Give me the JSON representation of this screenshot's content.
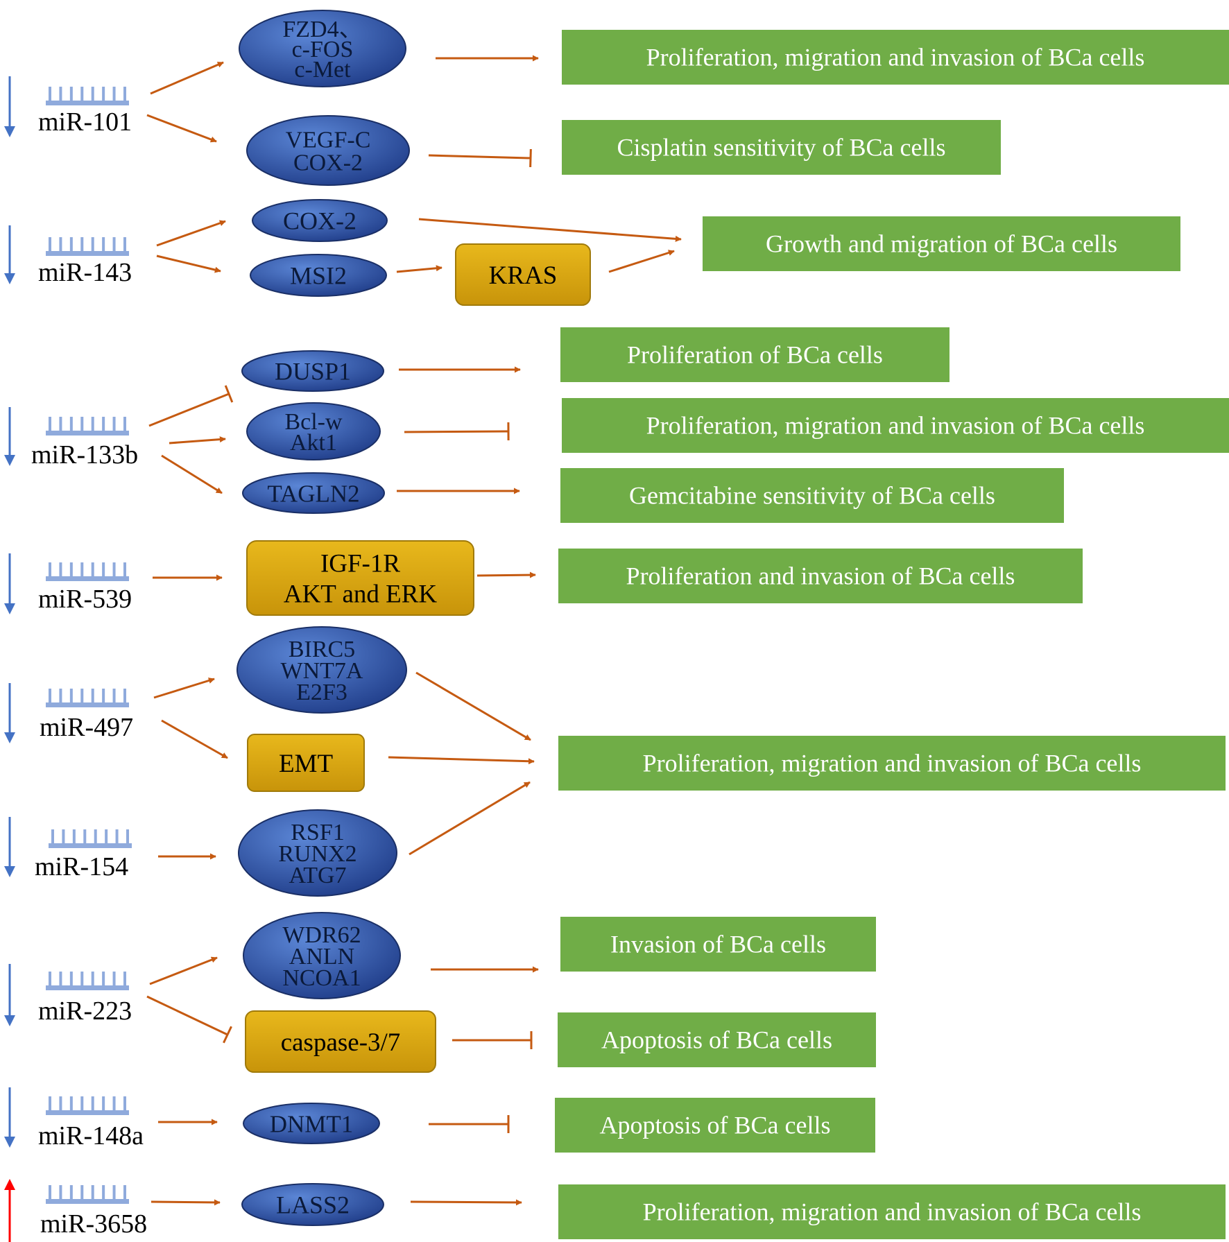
{
  "colors": {
    "down_arrow": "#4472c4",
    "up_arrow": "#ff0000",
    "mirna_glyph": "#8faadc",
    "edge": "#c55a11",
    "ellipse_light": "#5b86d6",
    "ellipse_dark": "#1f3c88",
    "box_fill": "#d4a20e",
    "box_stroke": "#a07a0a",
    "outcome_fill": "#70ad47"
  },
  "mirnas": [
    {
      "id": "mir101",
      "label": "miR-101",
      "direction": "down"
    },
    {
      "id": "mir143",
      "label": "miR-143",
      "direction": "down"
    },
    {
      "id": "mir133b",
      "label": "miR-133b",
      "direction": "down"
    },
    {
      "id": "mir539",
      "label": "miR-539",
      "direction": "down"
    },
    {
      "id": "mir497",
      "label": "miR-497",
      "direction": "down"
    },
    {
      "id": "mir154",
      "label": "miR-154",
      "direction": "down"
    },
    {
      "id": "mir223",
      "label": "miR-223",
      "direction": "down"
    },
    {
      "id": "mir148a",
      "label": "miR-148a",
      "direction": "down"
    },
    {
      "id": "mir3658",
      "label": "miR-3658",
      "direction": "up"
    }
  ],
  "targets": [
    {
      "id": "t1",
      "shape": "ellipse",
      "lines": [
        "FZD4、",
        "c-FOS",
        "c-Met"
      ]
    },
    {
      "id": "t2",
      "shape": "ellipse",
      "lines": [
        "VEGF-C",
        "COX-2"
      ]
    },
    {
      "id": "t3",
      "shape": "ellipse",
      "lines": [
        "COX-2"
      ]
    },
    {
      "id": "t4",
      "shape": "ellipse",
      "lines": [
        "MSI2"
      ]
    },
    {
      "id": "t5",
      "shape": "box",
      "lines": [
        "KRAS"
      ]
    },
    {
      "id": "t6",
      "shape": "ellipse",
      "lines": [
        "DUSP1"
      ]
    },
    {
      "id": "t7",
      "shape": "ellipse",
      "lines": [
        "Bcl-w",
        "Akt1"
      ]
    },
    {
      "id": "t8",
      "shape": "ellipse",
      "lines": [
        "TAGLN2"
      ]
    },
    {
      "id": "t9",
      "shape": "box",
      "lines": [
        "IGF-1R",
        "AKT and ERK"
      ]
    },
    {
      "id": "t10",
      "shape": "ellipse",
      "lines": [
        "BIRC5",
        "WNT7A",
        "E2F3"
      ]
    },
    {
      "id": "t11",
      "shape": "box",
      "lines": [
        "EMT"
      ]
    },
    {
      "id": "t12",
      "shape": "ellipse",
      "lines": [
        "RSF1",
        "RUNX2",
        "ATG7"
      ]
    },
    {
      "id": "t13",
      "shape": "ellipse",
      "lines": [
        "WDR62",
        "ANLN",
        "NCOA1"
      ]
    },
    {
      "id": "t14",
      "shape": "box",
      "lines": [
        "caspase-3/7"
      ]
    },
    {
      "id": "t15",
      "shape": "ellipse",
      "lines": [
        "DNMT1"
      ]
    },
    {
      "id": "t16",
      "shape": "ellipse",
      "lines": [
        "LASS2"
      ]
    }
  ],
  "outcomes": [
    {
      "id": "o1",
      "label": "Proliferation, migration and invasion of BCa cells"
    },
    {
      "id": "o2",
      "label": "Cisplatin sensitivity of BCa cells"
    },
    {
      "id": "o3",
      "label": "Growth and migration of BCa cells"
    },
    {
      "id": "o4",
      "label": "Proliferation of BCa cells"
    },
    {
      "id": "o5",
      "label": "Proliferation, migration and invasion of BCa cells"
    },
    {
      "id": "o6",
      "label": "Gemcitabine sensitivity of BCa cells"
    },
    {
      "id": "o7",
      "label": "Proliferation and invasion of BCa cells"
    },
    {
      "id": "o8",
      "label": "Proliferation, migration and invasion of BCa cells"
    },
    {
      "id": "o9",
      "label": "Invasion of BCa cells"
    },
    {
      "id": "o10",
      "label": "Apoptosis of BCa cells"
    },
    {
      "id": "o11",
      "label": "Apoptosis of BCa cells"
    },
    {
      "id": "o12",
      "label": "Proliferation, migration and invasion of BCa cells"
    }
  ],
  "edges": [
    {
      "from": "mir101",
      "to": "t1",
      "type": "activate"
    },
    {
      "from": "mir101",
      "to": "t2",
      "type": "activate"
    },
    {
      "from": "t1",
      "to": "o1",
      "type": "activate"
    },
    {
      "from": "t2",
      "to": "o2",
      "type": "inhibit"
    },
    {
      "from": "mir143",
      "to": "t3",
      "type": "activate"
    },
    {
      "from": "mir143",
      "to": "t4",
      "type": "activate"
    },
    {
      "from": "t3",
      "to": "o3",
      "type": "activate"
    },
    {
      "from": "t4",
      "to": "t5",
      "type": "activate"
    },
    {
      "from": "t5",
      "to": "o3",
      "type": "activate"
    },
    {
      "from": "mir133b",
      "to": "t6",
      "type": "inhibit"
    },
    {
      "from": "mir133b",
      "to": "t7",
      "type": "activate"
    },
    {
      "from": "mir133b",
      "to": "t8",
      "type": "activate"
    },
    {
      "from": "t6",
      "to": "o4",
      "type": "activate"
    },
    {
      "from": "t7",
      "to": "o5",
      "type": "inhibit"
    },
    {
      "from": "t8",
      "to": "o6",
      "type": "activate"
    },
    {
      "from": "mir539",
      "to": "t9",
      "type": "activate"
    },
    {
      "from": "t9",
      "to": "o7",
      "type": "activate"
    },
    {
      "from": "mir497",
      "to": "t10",
      "type": "activate"
    },
    {
      "from": "mir497",
      "to": "t11",
      "type": "activate"
    },
    {
      "from": "t10",
      "to": "o8",
      "type": "activate"
    },
    {
      "from": "t11",
      "to": "o8",
      "type": "activate"
    },
    {
      "from": "mir154",
      "to": "t12",
      "type": "activate"
    },
    {
      "from": "t12",
      "to": "o8",
      "type": "activate"
    },
    {
      "from": "mir223",
      "to": "t13",
      "type": "activate"
    },
    {
      "from": "mir223",
      "to": "t14",
      "type": "inhibit"
    },
    {
      "from": "t13",
      "to": "o9",
      "type": "activate"
    },
    {
      "from": "t14",
      "to": "o10",
      "type": "inhibit"
    },
    {
      "from": "mir148a",
      "to": "t15",
      "type": "activate"
    },
    {
      "from": "t15",
      "to": "o11",
      "type": "inhibit"
    },
    {
      "from": "mir3658",
      "to": "t16",
      "type": "activate"
    },
    {
      "from": "t16",
      "to": "o12",
      "type": "activate"
    }
  ]
}
